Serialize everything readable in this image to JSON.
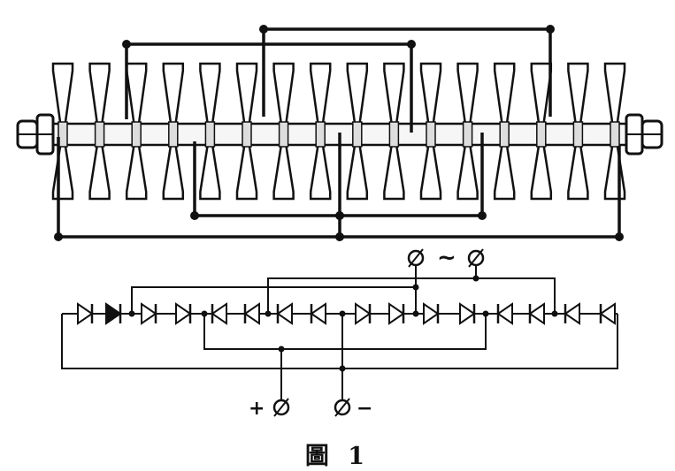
{
  "caption": "圖 1",
  "labels": {
    "ac_symbol": "~",
    "plus": "+",
    "minus": "−"
  },
  "rectifier_stack": {
    "disc_count": 16
  },
  "schematic": {
    "diode_directions": [
      "right",
      "right",
      "right",
      "right",
      "left",
      "left",
      "left",
      "left",
      "right",
      "right",
      "right",
      "right",
      "left",
      "left",
      "left",
      "left"
    ]
  }
}
